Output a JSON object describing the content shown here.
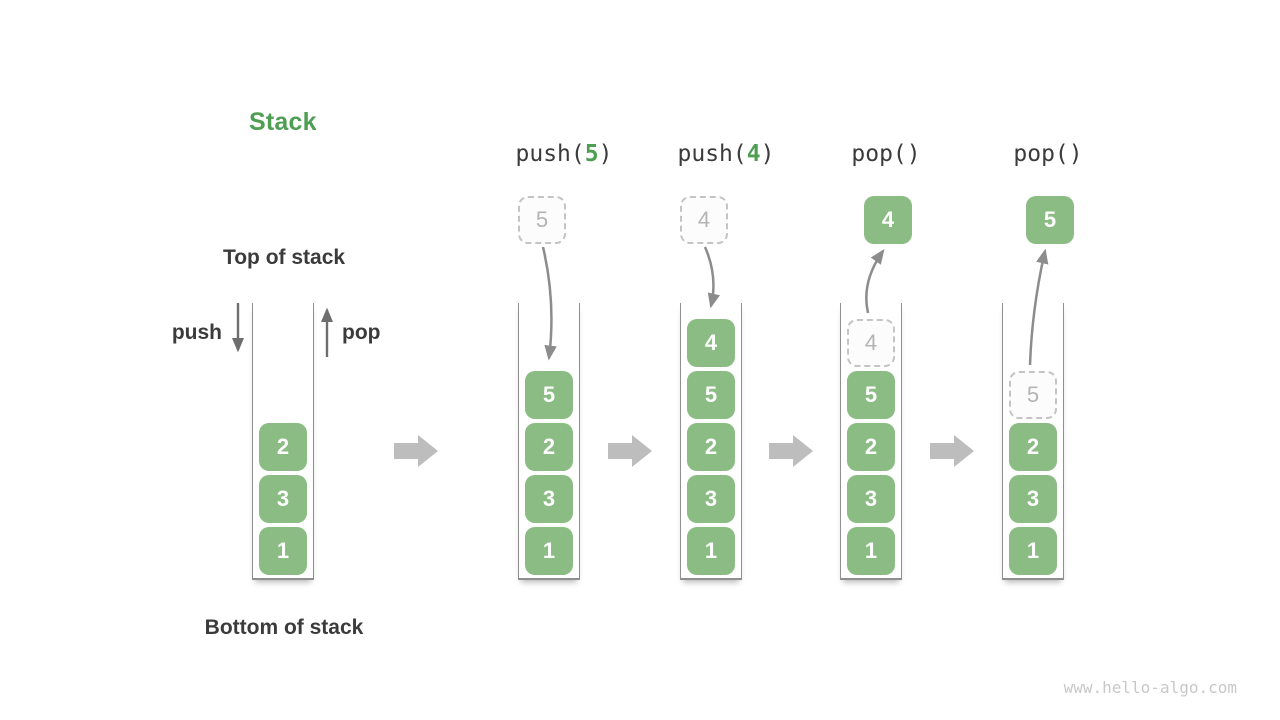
{
  "title": "Stack",
  "watermark": "www.hello-algo.com",
  "labels": {
    "top_of_stack": "Top of stack",
    "bottom_of_stack": "Bottom of stack",
    "push": "push",
    "pop": "pop"
  },
  "colors": {
    "title_green": "#4e9e53",
    "code_green": "#4e9e53",
    "box_green": "#8abc83",
    "box_digit": "#fdfefd",
    "dark_text": "#3b3b3b",
    "ghost_border": "#c4c4c4",
    "ghost_text": "#b4b4b4",
    "curve_arrow": "#8c8c8c",
    "block_arrow": "#bdbdbd",
    "container_wall": "#8f8f8f",
    "watermark_gray": "#c8c8c8"
  },
  "columns": [
    {
      "name": "initial-stack",
      "operation": null,
      "floating": null,
      "arrow": null,
      "items": [
        {
          "value": "2",
          "style": "solid"
        },
        {
          "value": "3",
          "style": "solid"
        },
        {
          "value": "1",
          "style": "solid"
        }
      ]
    },
    {
      "name": "after-push-5",
      "operation": {
        "prefix": "push(",
        "arg": "5",
        "suffix": ")"
      },
      "floating": {
        "value": "5",
        "style": "ghost"
      },
      "arrow": "push",
      "items": [
        {
          "value": "5",
          "style": "solid"
        },
        {
          "value": "2",
          "style": "solid"
        },
        {
          "value": "3",
          "style": "solid"
        },
        {
          "value": "1",
          "style": "solid"
        }
      ]
    },
    {
      "name": "after-push-4",
      "operation": {
        "prefix": "push(",
        "arg": "4",
        "suffix": ")"
      },
      "floating": {
        "value": "4",
        "style": "ghost"
      },
      "arrow": "push",
      "items": [
        {
          "value": "4",
          "style": "solid"
        },
        {
          "value": "5",
          "style": "solid"
        },
        {
          "value": "2",
          "style": "solid"
        },
        {
          "value": "3",
          "style": "solid"
        },
        {
          "value": "1",
          "style": "solid"
        }
      ]
    },
    {
      "name": "after-pop-4",
      "operation": {
        "prefix": "pop(",
        "arg": "",
        "suffix": ")"
      },
      "floating": {
        "value": "4",
        "style": "solid"
      },
      "arrow": "pop",
      "items": [
        {
          "value": "4",
          "style": "ghost"
        },
        {
          "value": "5",
          "style": "solid"
        },
        {
          "value": "2",
          "style": "solid"
        },
        {
          "value": "3",
          "style": "solid"
        },
        {
          "value": "1",
          "style": "solid"
        }
      ]
    },
    {
      "name": "after-pop-5",
      "operation": {
        "prefix": "pop(",
        "arg": "",
        "suffix": ")"
      },
      "floating": {
        "value": "5",
        "style": "solid"
      },
      "arrow": "pop",
      "items": [
        {
          "value": "5",
          "style": "ghost"
        },
        {
          "value": "2",
          "style": "solid"
        },
        {
          "value": "3",
          "style": "solid"
        },
        {
          "value": "1",
          "style": "solid"
        }
      ]
    }
  ]
}
